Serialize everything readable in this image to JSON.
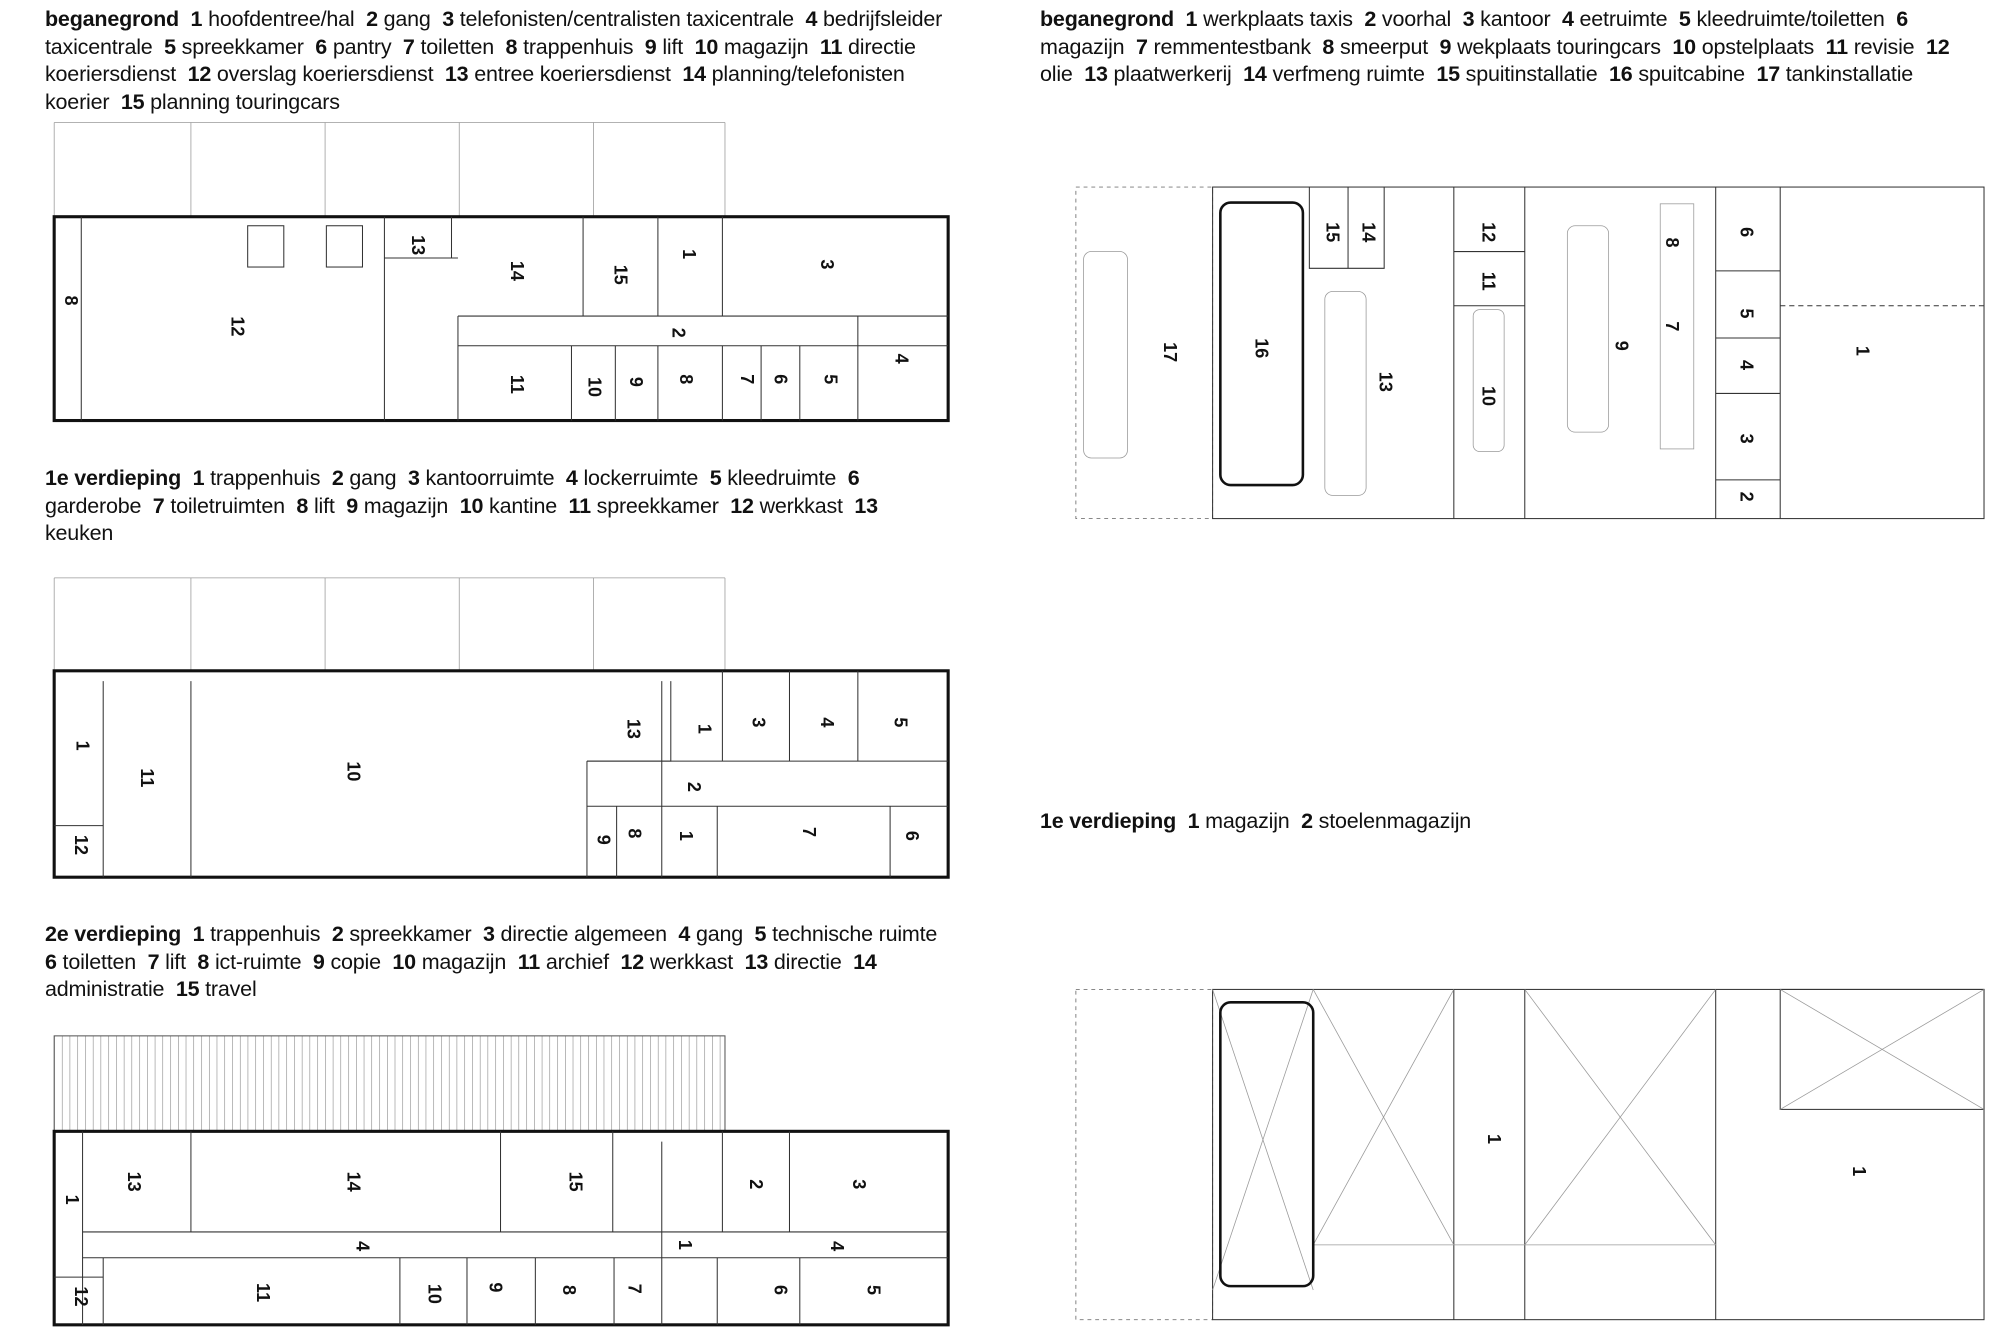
{
  "left": {
    "ground": {
      "heading": "beganegrond",
      "items": [
        {
          "n": "1",
          "t": "hoofdentree/hal"
        },
        {
          "n": "2",
          "t": "gang"
        },
        {
          "n": "3",
          "t": "telefonisten/centralisten taxicentrale"
        },
        {
          "n": "4",
          "t": "bedrijfsleider taxicentrale"
        },
        {
          "n": "5",
          "t": "spreekkamer"
        },
        {
          "n": "6",
          "t": "pantry"
        },
        {
          "n": "7",
          "t": "toiletten"
        },
        {
          "n": "8",
          "t": "trappenhuis"
        },
        {
          "n": "9",
          "t": "lift"
        },
        {
          "n": "10",
          "t": "magazijn"
        },
        {
          "n": "11",
          "t": "directie koeriersdienst"
        },
        {
          "n": "12",
          "t": "overslag koeriersdienst"
        },
        {
          "n": "13",
          "t": "entree koeriersdienst"
        },
        {
          "n": "14",
          "t": "planning/telefonisten koerier"
        },
        {
          "n": "15",
          "t": "planning touringcars"
        }
      ],
      "plan_labels": [
        "12",
        "13",
        "14",
        "15",
        "1",
        "3",
        "2",
        "4",
        "5",
        "6",
        "7",
        "8",
        "9",
        "10",
        "11",
        "8"
      ]
    },
    "first": {
      "heading": "1e verdieping",
      "items": [
        {
          "n": "1",
          "t": "trappenhuis"
        },
        {
          "n": "2",
          "t": "gang"
        },
        {
          "n": "3",
          "t": "kantoorruimte"
        },
        {
          "n": "4",
          "t": "lockerruimte"
        },
        {
          "n": "5",
          "t": "kleedruimte"
        },
        {
          "n": "6",
          "t": "garderobe"
        },
        {
          "n": "7",
          "t": "toiletruimten"
        },
        {
          "n": "8",
          "t": "lift"
        },
        {
          "n": "9",
          "t": "magazijn"
        },
        {
          "n": "10",
          "t": "kantine"
        },
        {
          "n": "11",
          "t": "spreekkamer"
        },
        {
          "n": "12",
          "t": "werkkast"
        },
        {
          "n": "13",
          "t": "keuken"
        }
      ],
      "plan_labels": [
        "1",
        "12",
        "11",
        "10",
        "13",
        "1",
        "3",
        "4",
        "5",
        "2",
        "9",
        "8",
        "1",
        "7",
        "6"
      ]
    },
    "second": {
      "heading": "2e verdieping",
      "items": [
        {
          "n": "1",
          "t": "trappenhuis"
        },
        {
          "n": "2",
          "t": "spreekkamer"
        },
        {
          "n": "3",
          "t": "directie algemeen"
        },
        {
          "n": "4",
          "t": "gang"
        },
        {
          "n": "5",
          "t": "technische ruimte"
        },
        {
          "n": "6",
          "t": "toiletten"
        },
        {
          "n": "7",
          "t": "lift"
        },
        {
          "n": "8",
          "t": "ict-ruimte"
        },
        {
          "n": "9",
          "t": "copie"
        },
        {
          "n": "10",
          "t": "magazijn"
        },
        {
          "n": "11",
          "t": "archief"
        },
        {
          "n": "12",
          "t": "werkkast"
        },
        {
          "n": "13",
          "t": "directie"
        },
        {
          "n": "14",
          "t": "administratie"
        },
        {
          "n": "15",
          "t": "travel"
        }
      ],
      "plan_labels": [
        "1",
        "12",
        "13",
        "14",
        "15",
        "2",
        "3",
        "4",
        "1",
        "4",
        "11",
        "10",
        "9",
        "8",
        "7",
        "6",
        "5"
      ]
    }
  },
  "right": {
    "ground": {
      "heading": "beganegrond",
      "items": [
        {
          "n": "1",
          "t": "werkplaats taxis"
        },
        {
          "n": "2",
          "t": "voorhal"
        },
        {
          "n": "3",
          "t": "kantoor"
        },
        {
          "n": "4",
          "t": "eetruimte"
        },
        {
          "n": "5",
          "t": "kleedruimte/toiletten"
        },
        {
          "n": "6",
          "t": "magazijn"
        },
        {
          "n": "7",
          "t": "remmentestbank"
        },
        {
          "n": "8",
          "t": "smeerput"
        },
        {
          "n": "9",
          "t": "wekplaats touringcars"
        },
        {
          "n": "10",
          "t": "opstelplaats"
        },
        {
          "n": "11",
          "t": "revisie"
        },
        {
          "n": "12",
          "t": "olie"
        },
        {
          "n": "13",
          "t": "plaatwerkerij"
        },
        {
          "n": "14",
          "t": "verfmeng ruimte"
        },
        {
          "n": "15",
          "t": "spuitinstallatie"
        },
        {
          "n": "16",
          "t": "spuitcabine"
        },
        {
          "n": "17",
          "t": "tankinstallatie"
        }
      ],
      "plan_labels": [
        "17",
        "16",
        "15",
        "14",
        "13",
        "12",
        "11",
        "10",
        "9",
        "8",
        "7",
        "6",
        "5",
        "4",
        "3",
        "2",
        "1"
      ]
    },
    "first": {
      "heading": "1e verdieping",
      "items": [
        {
          "n": "1",
          "t": "magazijn"
        },
        {
          "n": "2",
          "t": "stoelenmagazijn"
        }
      ],
      "plan_labels": [
        "1",
        "1"
      ]
    }
  }
}
